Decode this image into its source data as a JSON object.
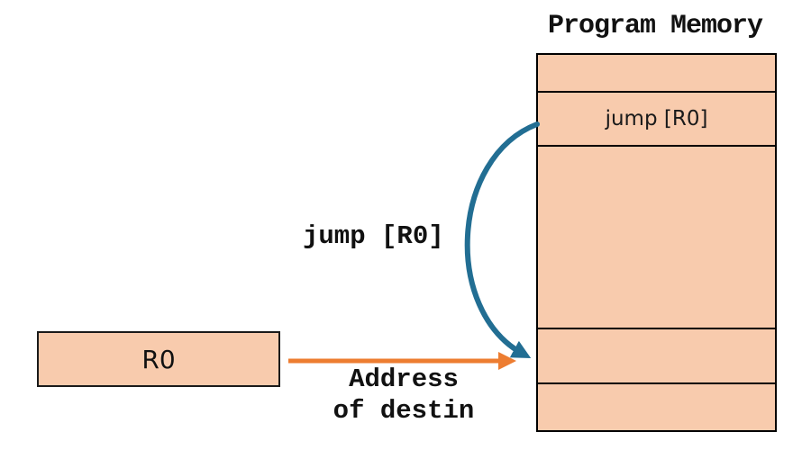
{
  "diagram": {
    "title": "Program Memory",
    "memory_rows": [
      "",
      "jump [R0]",
      "",
      "",
      ""
    ],
    "register_label": "R0",
    "jump_instruction_label": "jump [R0]",
    "address_label_line1": "Address",
    "address_label_line2": "of destin"
  },
  "colors": {
    "cell_fill": "#F8CBAD",
    "outline": "#000000",
    "address_arrow": "#ED7D31",
    "jump_arrow": "#226E93",
    "text": "#111111"
  }
}
